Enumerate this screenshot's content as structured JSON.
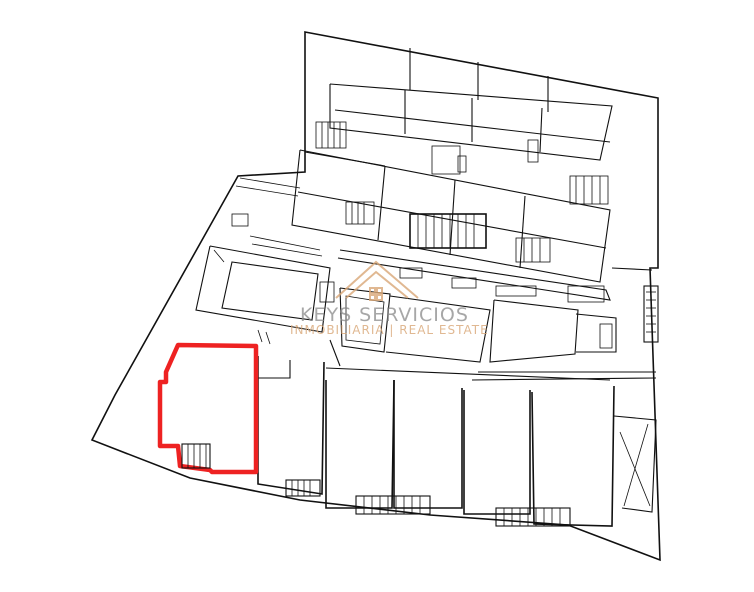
{
  "watermark": {
    "brand": "KEYS SERVICIOS",
    "tagline": "INMOBILIARIA | REAL ESTATE",
    "brand_color": "#8a8a8a",
    "tagline_color": "#d9a777",
    "logo_icon": "house-roof-icon"
  },
  "highlight": {
    "label": "highlighted-unit",
    "color": "#ee2222"
  }
}
